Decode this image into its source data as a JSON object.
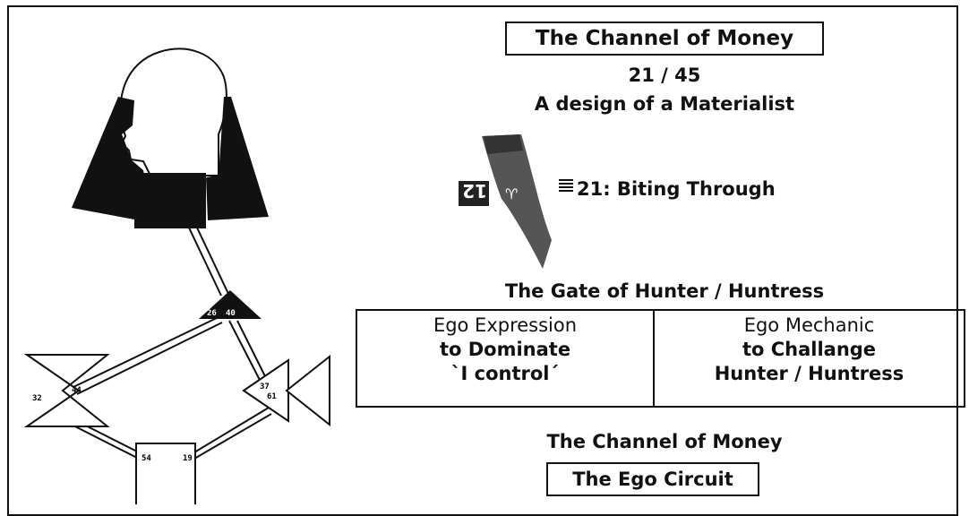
{
  "header": {
    "title": "The Channel of Money",
    "gates": "21 / 45",
    "subtitle": "A design of a Materialist"
  },
  "gate": {
    "number_label": "12",
    "symbol": "♈",
    "line": "21:  Biting Through",
    "icon": "hexagram-icon"
  },
  "gate_title": "The Gate of Hunter / Huntress",
  "table": {
    "left": [
      "Ego Expression",
      "to Dominate",
      "`I control´"
    ],
    "right": [
      "Ego Mechanic",
      "to Challange",
      "Hunter / Huntress"
    ]
  },
  "footer": {
    "channel": "The Channel of Money",
    "circuit": "The Ego Circuit"
  },
  "bodygraph": {
    "gate_numbers": {
      "heart_left": "26",
      "heart_right": "40",
      "g_top": "44",
      "g_bottom": "32",
      "spleen_top": "37",
      "spleen_bottom": "61",
      "root_left": "54",
      "root_right": "19"
    }
  }
}
